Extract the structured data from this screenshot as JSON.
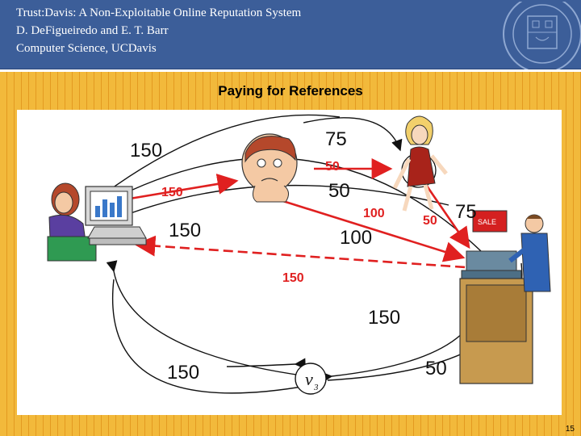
{
  "header": {
    "line1": "Trust:Davis: A Non-Exploitable Online Reputation System",
    "line2": "D. DeFigueiredo and E. T. Barr",
    "line3": "Computer Science, UCDavis"
  },
  "slide_title": "Paying for References",
  "diagram": {
    "node_label": "v",
    "node_subscript": "3",
    "labels_large": [
      "150",
      "75",
      "50",
      "150",
      "100",
      "75",
      "150",
      "150",
      "50"
    ],
    "labels_red": [
      "50",
      "150",
      "100",
      "50",
      "150"
    ]
  },
  "colors": {
    "header_bg": "#3c5e99",
    "stripe": "#f2b93b",
    "arrow_red": "#e02020"
  },
  "page_number": "15"
}
